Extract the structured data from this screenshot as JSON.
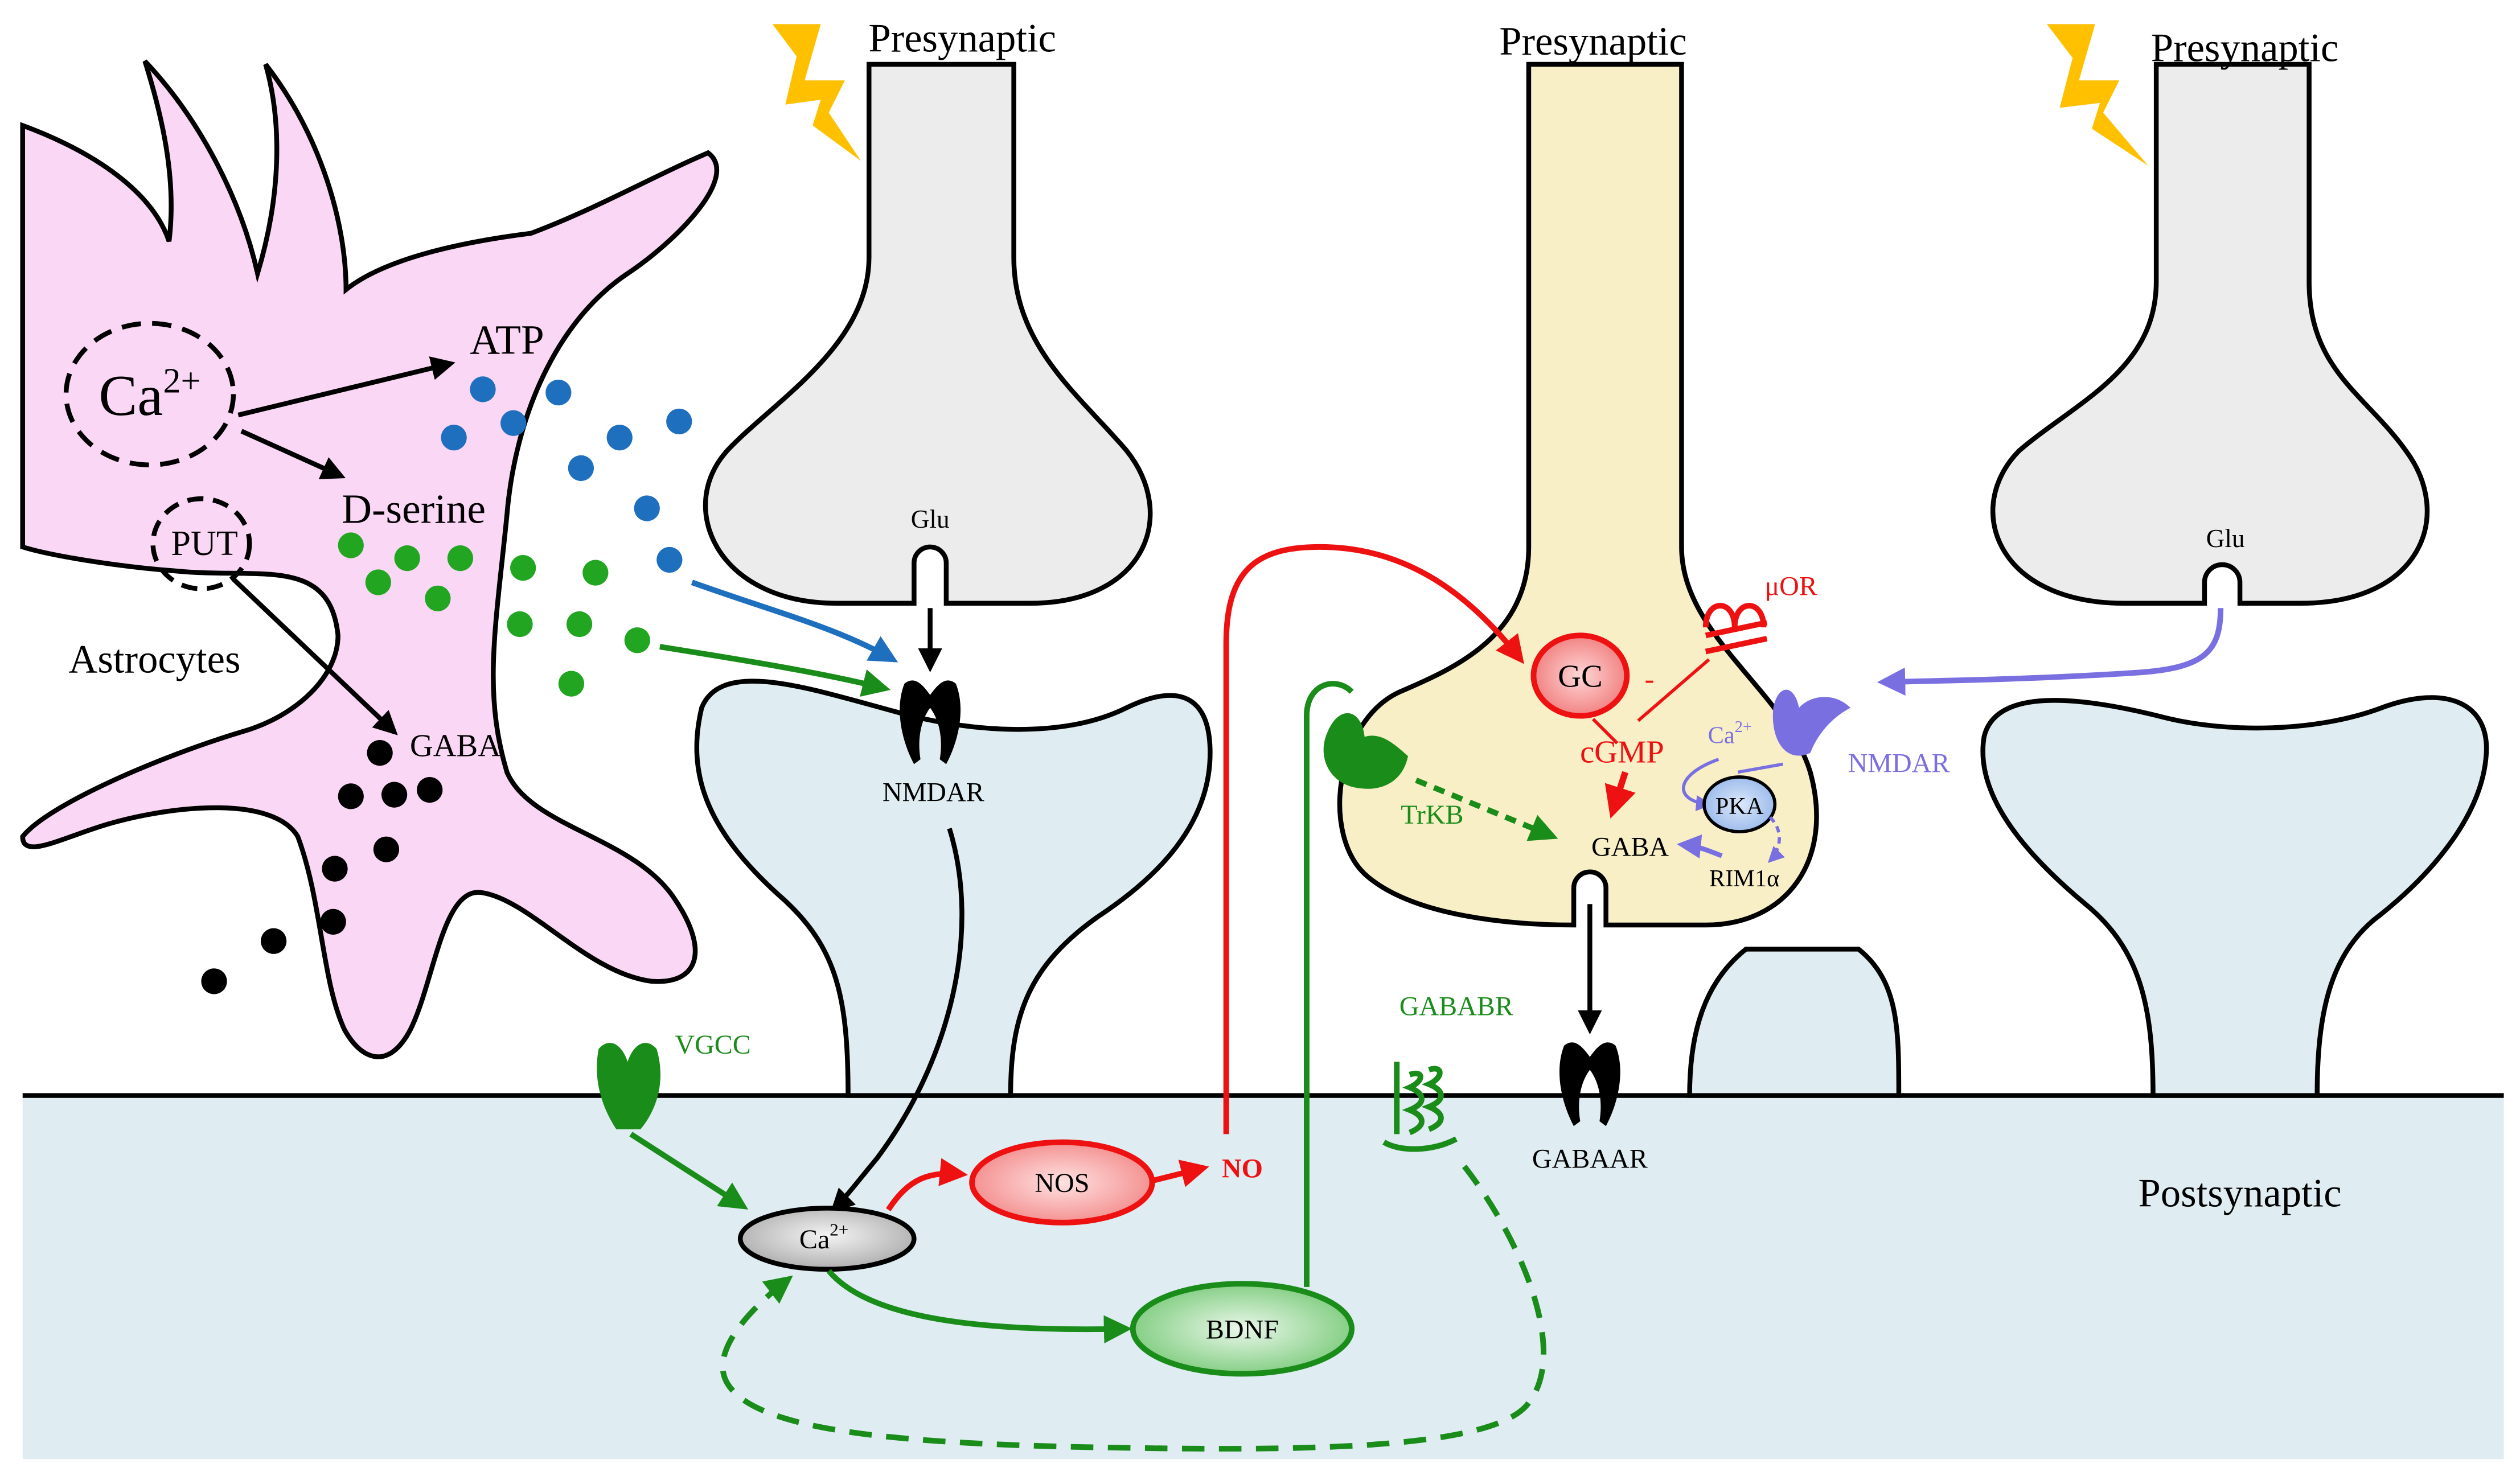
{
  "labels": {
    "presynaptic_left": "Presynaptic",
    "presynaptic_middle": "Presynaptic",
    "presynaptic_right": "Presynaptic",
    "postsynaptic": "Postsynaptic",
    "astrocytes": "Astrocytes",
    "ca_astro": "Ca",
    "ca_astro_sup": "2+",
    "atp": "ATP",
    "dserine": "D-serine",
    "put": "PUT",
    "gaba_astro": "GABA",
    "glu_left": "Glu",
    "glu_right": "Glu",
    "nmdar_left": "NMDAR",
    "nmdar_right": "NMDAR",
    "vgcc": "VGCC",
    "ca_post": "Ca",
    "ca_post_sup": "2+",
    "nos": "NOS",
    "no": "NO",
    "bdnf": "BDNF",
    "trkb": "TrKB",
    "gc": "GC",
    "cgmp": "cGMP",
    "minus": "-",
    "mor": "μOR",
    "ca_pre": "Ca",
    "ca_pre_sup": "2+",
    "pka": "PKA",
    "rim": "RIM1α",
    "gaba_pre": "GABA",
    "gababr": "GABABR",
    "gabaar": "GABAAR"
  },
  "colors": {
    "astrocyte_fill": "#fad7f5",
    "postsynaptic_fill": "#dfedf2",
    "presynaptic_gray": "#ececec",
    "presynaptic_yellow": "#f8efc7",
    "red": "#ee1111",
    "green": "#1a8c1a",
    "blue": "#1f6fbf",
    "purple": "#7a6fe0",
    "lightning": "#ffc000"
  }
}
